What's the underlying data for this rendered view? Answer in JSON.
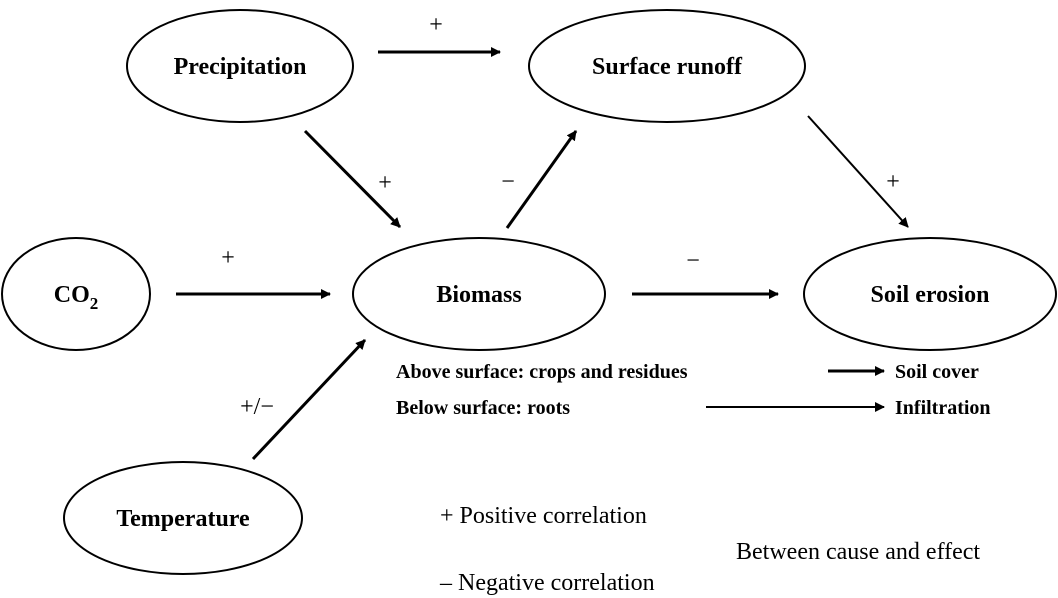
{
  "nodes": {
    "precipitation": "Precipitation",
    "surface_runoff": "Surface runoff",
    "co2_base": "CO",
    "co2_sub": "2",
    "biomass": "Biomass",
    "soil_erosion": "Soil erosion",
    "temperature": "Temperature"
  },
  "signs": {
    "precip_to_runoff": "+",
    "precip_to_biomass": "+",
    "biomass_to_runoff": "−",
    "runoff_to_erosion": "+",
    "co2_to_biomass": "+",
    "biomass_to_erosion": "−",
    "temp_to_biomass": "+/−"
  },
  "notes": {
    "above_surface": "Above surface: crops and residues",
    "soil_cover": "Soil cover",
    "below_surface": "Below surface: roots",
    "infiltration": "Infiltration"
  },
  "legend": {
    "positive": "+  Positive correlation",
    "negative": "–  Negative correlation",
    "between": "Between cause and effect"
  }
}
